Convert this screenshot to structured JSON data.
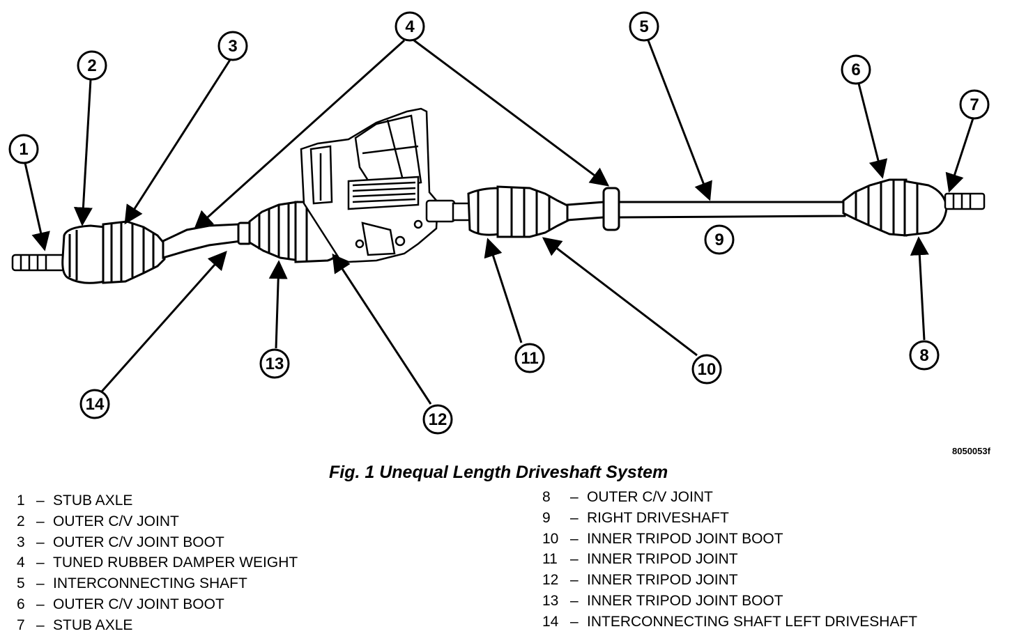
{
  "figure": {
    "code": "8050053f",
    "caption": "Fig. 1 Unequal Length Driveshaft System"
  },
  "callouts": [
    "1",
    "2",
    "3",
    "4",
    "5",
    "6",
    "7",
    "8",
    "9",
    "10",
    "11",
    "12",
    "13",
    "14"
  ],
  "legend": {
    "left": [
      {
        "num": "1",
        "label": "STUB AXLE"
      },
      {
        "num": "2",
        "label": "OUTER C/V JOINT"
      },
      {
        "num": "3",
        "label": "OUTER C/V JOINT BOOT"
      },
      {
        "num": "4",
        "label": "TUNED RUBBER DAMPER WEIGHT"
      },
      {
        "num": "5",
        "label": "INTERCONNECTING SHAFT"
      },
      {
        "num": "6",
        "label": "OUTER C/V JOINT BOOT"
      },
      {
        "num": "7",
        "label": "STUB AXLE"
      }
    ],
    "right": [
      {
        "num": "8",
        "label": "OUTER C/V JOINT"
      },
      {
        "num": "9",
        "label": "RIGHT DRIVESHAFT"
      },
      {
        "num": "10",
        "label": "INNER TRIPOD JOINT BOOT"
      },
      {
        "num": "11",
        "label": "INNER TRIPOD JOINT"
      },
      {
        "num": "12",
        "label": "INNER TRIPOD JOINT"
      },
      {
        "num": "13",
        "label": "INNER TRIPOD JOINT BOOT"
      },
      {
        "num": "14",
        "label": "INTERCONNECTING SHAFT LEFT DRIVESHAFT"
      }
    ]
  },
  "dash": "–"
}
